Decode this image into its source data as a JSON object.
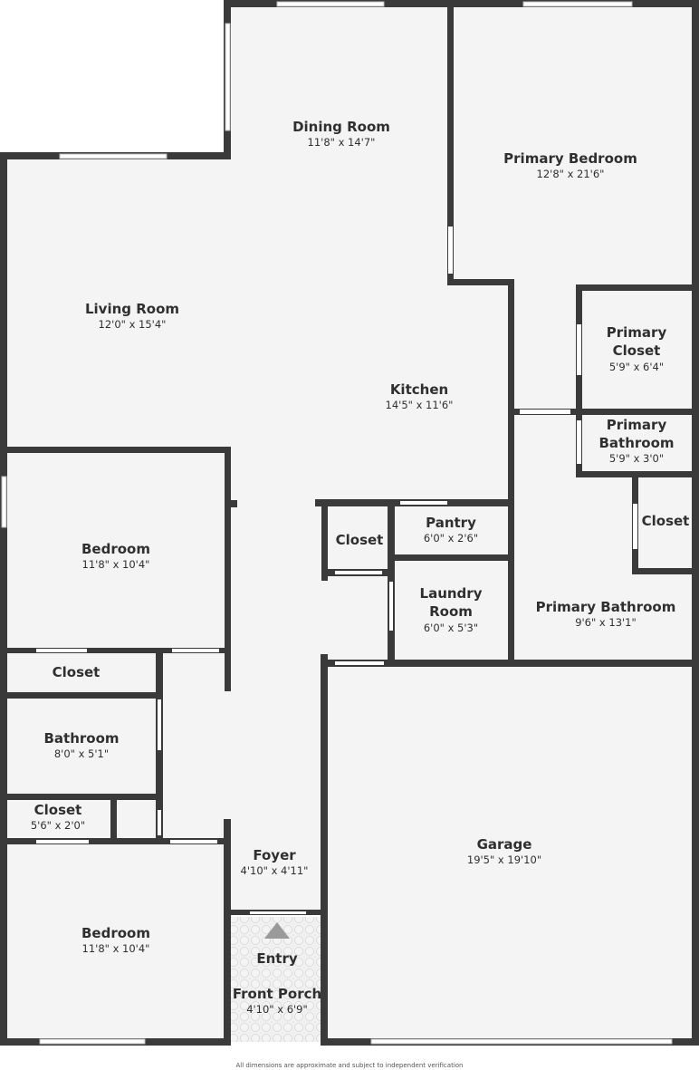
{
  "rooms": {
    "dining": {
      "name": "Dining Room",
      "dim": "11'8\" x 14'7\""
    },
    "primary_bedroom": {
      "name": "Primary Bedroom",
      "dim": "12'8\" x 21'6\""
    },
    "living": {
      "name": "Living Room",
      "dim": "12'0\" x 15'4\""
    },
    "kitchen": {
      "name": "Kitchen",
      "dim": "14'5\" x 11'6\""
    },
    "primary_closet": {
      "name_line1": "Primary",
      "name_line2": "Closet",
      "dim": "5'9\" x 6'4\""
    },
    "primary_bath_small": {
      "name_line1": "Primary",
      "name_line2": "Bathroom",
      "dim": "5'9\" x 3'0\""
    },
    "bedroom1": {
      "name": "Bedroom",
      "dim": "11'8\" x 10'4\""
    },
    "closet_center": {
      "name": "Closet"
    },
    "pantry": {
      "name": "Pantry",
      "dim": "6'0\" x 2'6\""
    },
    "closet_right": {
      "name": "Closet"
    },
    "laundry": {
      "name_line1": "Laundry",
      "name_line2": "Room",
      "dim": "6'0\" x 5'3\""
    },
    "primary_bathroom": {
      "name": "Primary Bathroom",
      "dim": "9'6\" x 13'1\""
    },
    "closet_hall": {
      "name": "Closet"
    },
    "bathroom": {
      "name": "Bathroom",
      "dim": "8'0\" x 5'1\""
    },
    "closet_small": {
      "name": "Closet",
      "dim": "5'6\" x 2'0\""
    },
    "garage": {
      "name": "Garage",
      "dim": "19'5\" x 19'10\""
    },
    "foyer": {
      "name": "Foyer",
      "dim": "4'10\" x 4'11\""
    },
    "entry": {
      "name": "Entry"
    },
    "front_porch": {
      "name": "Front Porch",
      "dim": "4'10\" x 6'9\""
    },
    "bedroom2": {
      "name": "Bedroom",
      "dim": "11'8\" x 10'4\""
    }
  },
  "footer": "All dimensions are approximate and subject to independent verification",
  "colors": {
    "floor": "#f4f4f4",
    "wall": "#3a3a3a",
    "text": "#2f2f2f"
  }
}
